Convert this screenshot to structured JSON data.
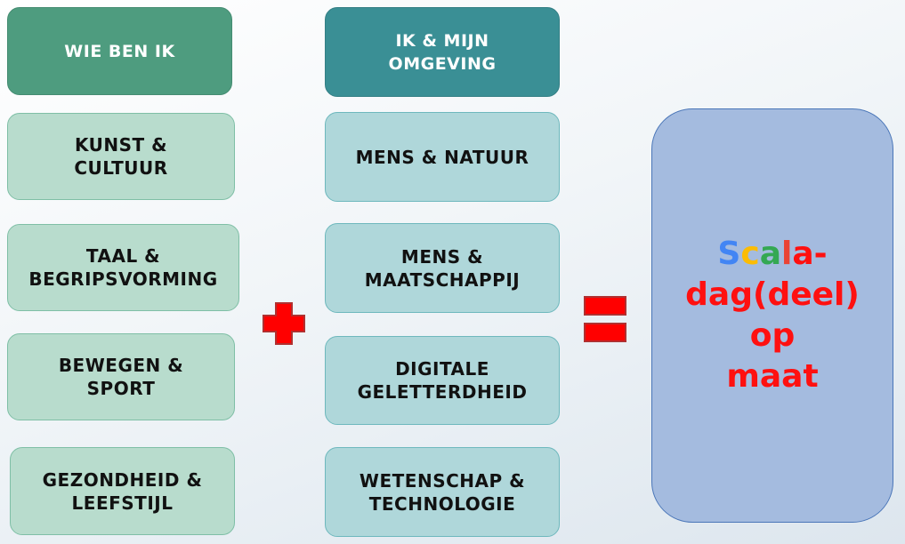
{
  "column1": {
    "header": [
      "WIE BEN IK"
    ],
    "items": [
      [
        "KUNST &",
        "CULTUUR"
      ],
      [
        "TAAL &",
        "BEGRIPSVORMING"
      ],
      [
        "BEWEGEN &",
        "SPORT"
      ],
      [
        "GEZONDHEID &",
        "LEEFSTIJL"
      ]
    ]
  },
  "column2": {
    "header": [
      "IK & MIJN",
      "OMGEVING"
    ],
    "items": [
      [
        "MENS & NATUUR"
      ],
      [
        "MENS &",
        "MAATSCHAPPIJ"
      ],
      [
        "DIGITALE",
        "GELETTERDHEID"
      ],
      [
        "WETENSCHAP &",
        "TECHNOLOGIE"
      ]
    ]
  },
  "operators": {
    "plus_color": "#ff0000",
    "equals_color": "#ff0000"
  },
  "result": {
    "scala_letters": [
      {
        "char": "S",
        "color": "#4285f4"
      },
      {
        "char": "c",
        "color": "#fbbc05"
      },
      {
        "char": "a",
        "color": "#34a853"
      },
      {
        "char": "l",
        "color": "#ea4335"
      },
      {
        "char": "a",
        "color": "#ff1010"
      },
      {
        "char": "-",
        "color": "#ff1010"
      }
    ],
    "lines": [
      "dag(deel)",
      "op",
      "maat"
    ]
  }
}
